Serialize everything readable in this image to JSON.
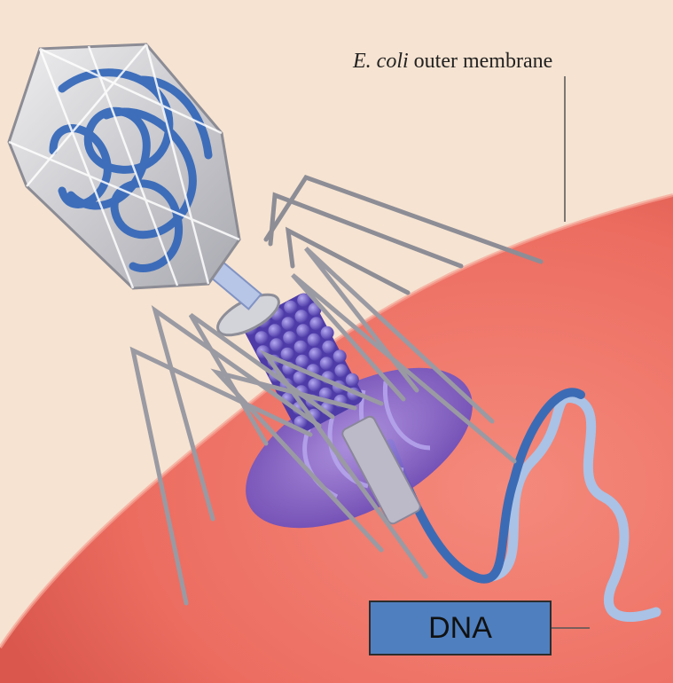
{
  "labels": {
    "membrane_species": "E. coli",
    "membrane_text": "outer membrane",
    "dna": "DNA"
  },
  "colors": {
    "background": "#f6e3d1",
    "membrane": "#ef7b6d",
    "dna_strand": "#3c6bb5",
    "dna_free": "#bcd2ec",
    "capsid": "#c9c9cf",
    "baseplate": "#7b5cc9",
    "tail_sheath": "#5a48b5",
    "label_box": "#4f7fbf"
  }
}
